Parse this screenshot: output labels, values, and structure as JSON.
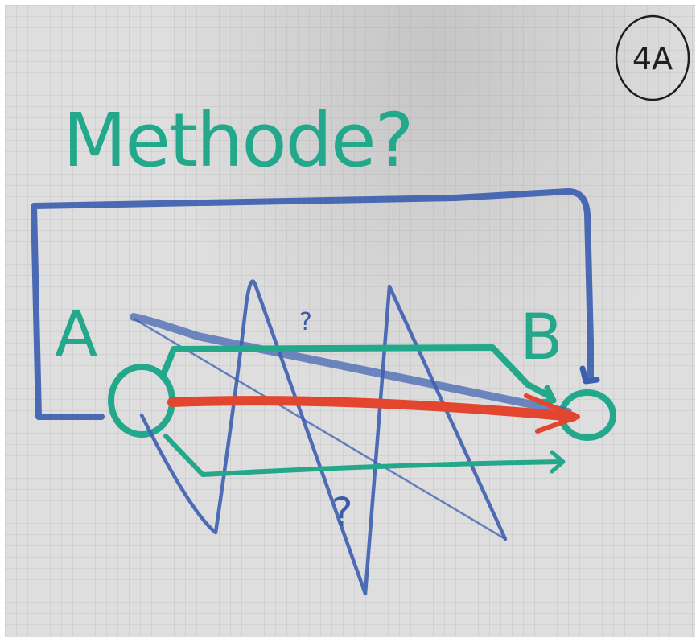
{
  "title": "Methode?",
  "badge": "4A",
  "node_a": "A",
  "node_b": "B",
  "question_mark_upper": "?",
  "question_mark_lower": "?",
  "colors": {
    "teal": "#23a88c",
    "blue": "#3d5fb0",
    "red": "#e2462e",
    "ink": "#1e1e1e",
    "paper": "#dedede"
  }
}
